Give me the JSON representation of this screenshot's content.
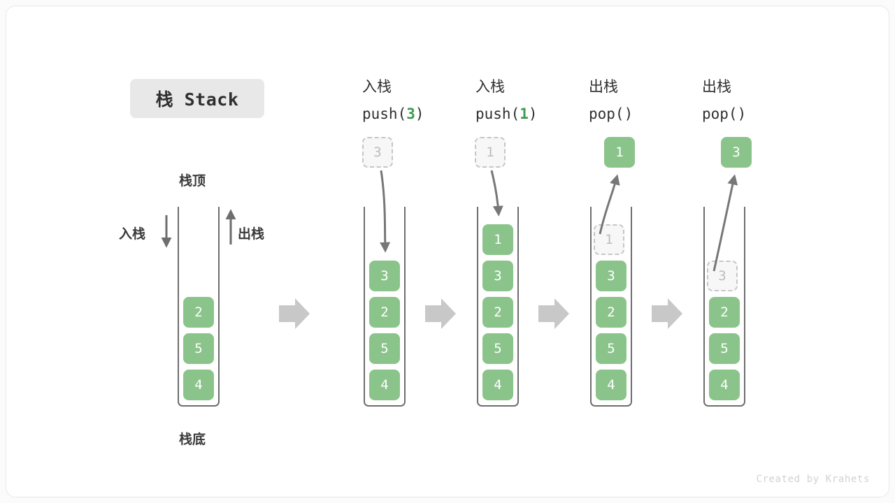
{
  "title_badge": {
    "text": "栈 Stack"
  },
  "watermark": {
    "text": "Created by Krahets"
  },
  "legend": {
    "top_label": "栈顶",
    "bottom_label": "栈底",
    "push_label": "入栈",
    "pop_label": "出栈"
  },
  "columns": [
    {
      "id": "initial",
      "header_line1": "",
      "header_line2_prefix": "",
      "header_number": "",
      "header_line2_suffix": "",
      "cells": [
        "2",
        "5",
        "4"
      ],
      "ghost_index": -1,
      "floating": null
    },
    {
      "id": "push-3",
      "header_line1": "入栈",
      "header_line2_prefix": "push(",
      "header_number": "3",
      "header_line2_suffix": ")",
      "cells": [
        "3",
        "2",
        "5",
        "4"
      ],
      "ghost_index": -1,
      "floating": {
        "value": "3",
        "style": "ghost",
        "direction": "down"
      }
    },
    {
      "id": "push-1",
      "header_line1": "入栈",
      "header_line2_prefix": "push(",
      "header_number": "1",
      "header_line2_suffix": ")",
      "cells": [
        "1",
        "3",
        "2",
        "5",
        "4"
      ],
      "ghost_index": -1,
      "floating": {
        "value": "1",
        "style": "ghost",
        "direction": "down"
      }
    },
    {
      "id": "pop-1",
      "header_line1": "出栈",
      "header_line2_prefix": "pop(",
      "header_number": "",
      "header_line2_suffix": ")",
      "cells": [
        "1",
        "3",
        "2",
        "5",
        "4"
      ],
      "ghost_index": 0,
      "floating": {
        "value": "1",
        "style": "solid",
        "direction": "up"
      }
    },
    {
      "id": "pop-3",
      "header_line1": "出栈",
      "header_line2_prefix": "pop(",
      "header_number": "",
      "header_line2_suffix": ")",
      "cells": [
        "3",
        "2",
        "5",
        "4"
      ],
      "ghost_index": 0,
      "floating": {
        "value": "3",
        "style": "solid",
        "direction": "up"
      }
    }
  ],
  "colors": {
    "element_green": "#8bc48b",
    "accent_green": "#3f9a4f",
    "ghost_border": "#c6c6c6",
    "ghost_text": "#bcbcbc",
    "container_stroke": "#6e6e6e",
    "flow_arrow": "#c8c8c8",
    "curve_arrow": "#777777",
    "badge_bg": "#e8e8e8",
    "text_dark": "#2f2f2f"
  }
}
